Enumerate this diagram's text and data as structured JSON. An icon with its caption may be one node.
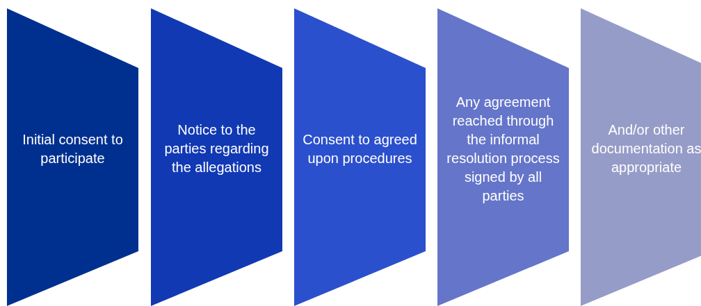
{
  "diagram": {
    "nodes": [
      {
        "text": [
          "Initial consent to participate"
        ]
      },
      {
        "text": [
          "Notice to the parties regarding the allegations"
        ]
      },
      {
        "text": [
          "Consent to agreed upon procedures"
        ]
      },
      {
        "text": [
          "Any agreement reached through the informal resolution process signed by all parties"
        ]
      },
      {
        "text": [
          "And/or other documentation as appropriate"
        ]
      }
    ]
  }
}
